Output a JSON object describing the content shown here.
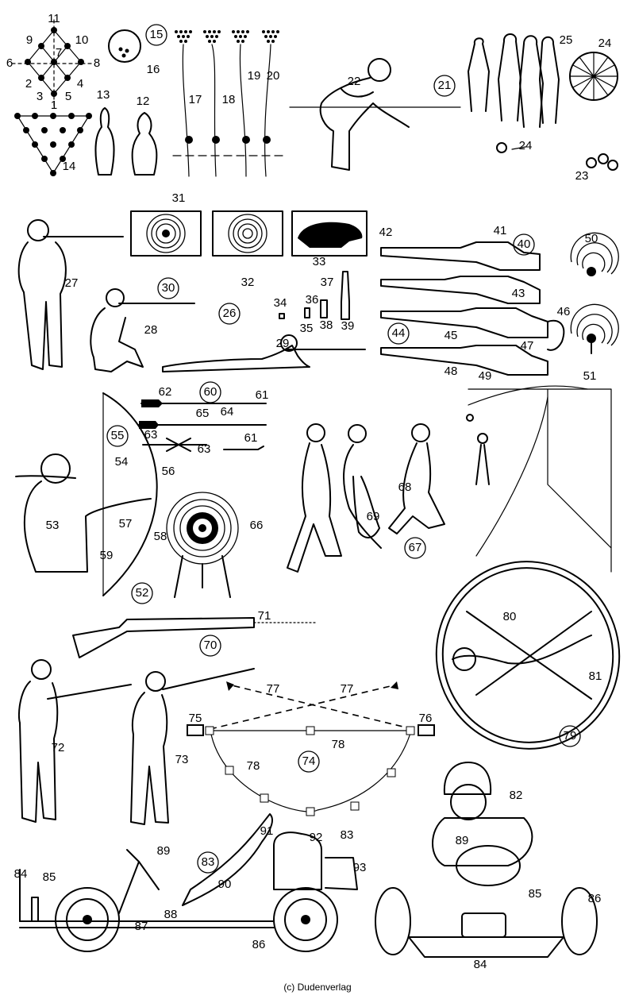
{
  "credit": "(c) Dudenverlag",
  "labels": [
    {
      "t": "11"
    },
    {
      "t": "9"
    },
    {
      "t": "10"
    },
    {
      "t": "6"
    },
    {
      "t": "7"
    },
    {
      "t": "8"
    },
    {
      "t": "2"
    },
    {
      "t": "4"
    },
    {
      "t": "3"
    },
    {
      "t": "5"
    },
    {
      "t": "1"
    },
    {
      "t": "14"
    },
    {
      "t": "15",
      "c": true
    },
    {
      "t": "16"
    },
    {
      "t": "13"
    },
    {
      "t": "12"
    },
    {
      "t": "17"
    },
    {
      "t": "18"
    },
    {
      "t": "19"
    },
    {
      "t": "20"
    },
    {
      "t": "22"
    },
    {
      "t": "21",
      "c": true
    },
    {
      "t": "25"
    },
    {
      "t": "24"
    },
    {
      "t": "24"
    },
    {
      "t": "23"
    },
    {
      "t": "31"
    },
    {
      "t": "30",
      "c": true
    },
    {
      "t": "32"
    },
    {
      "t": "33"
    },
    {
      "t": "27"
    },
    {
      "t": "28"
    },
    {
      "t": "26",
      "c": true
    },
    {
      "t": "34"
    },
    {
      "t": "36"
    },
    {
      "t": "35"
    },
    {
      "t": "37"
    },
    {
      "t": "38"
    },
    {
      "t": "39"
    },
    {
      "t": "29"
    },
    {
      "t": "42"
    },
    {
      "t": "41"
    },
    {
      "t": "40",
      "c": true
    },
    {
      "t": "50"
    },
    {
      "t": "43"
    },
    {
      "t": "46"
    },
    {
      "t": "44",
      "c": true
    },
    {
      "t": "45"
    },
    {
      "t": "47"
    },
    {
      "t": "48"
    },
    {
      "t": "49"
    },
    {
      "t": "51"
    },
    {
      "t": "62"
    },
    {
      "t": "60",
      "c": true
    },
    {
      "t": "61"
    },
    {
      "t": "65"
    },
    {
      "t": "64"
    },
    {
      "t": "55",
      "c": true
    },
    {
      "t": "63"
    },
    {
      "t": "63"
    },
    {
      "t": "61"
    },
    {
      "t": "54"
    },
    {
      "t": "56"
    },
    {
      "t": "53"
    },
    {
      "t": "57"
    },
    {
      "t": "58"
    },
    {
      "t": "66"
    },
    {
      "t": "59"
    },
    {
      "t": "52",
      "c": true
    },
    {
      "t": "69"
    },
    {
      "t": "68"
    },
    {
      "t": "67",
      "c": true
    },
    {
      "t": "71"
    },
    {
      "t": "70",
      "c": true
    },
    {
      "t": "80"
    },
    {
      "t": "81"
    },
    {
      "t": "77"
    },
    {
      "t": "77"
    },
    {
      "t": "75"
    },
    {
      "t": "76"
    },
    {
      "t": "78"
    },
    {
      "t": "78"
    },
    {
      "t": "74",
      "c": true
    },
    {
      "t": "72"
    },
    {
      "t": "73"
    },
    {
      "t": "79",
      "c": true
    },
    {
      "t": "82"
    },
    {
      "t": "89"
    },
    {
      "t": "85"
    },
    {
      "t": "86"
    },
    {
      "t": "84"
    },
    {
      "t": "91"
    },
    {
      "t": "92"
    },
    {
      "t": "83"
    },
    {
      "t": "93"
    },
    {
      "t": "89"
    },
    {
      "t": "83",
      "c": true
    },
    {
      "t": "90"
    },
    {
      "t": "84"
    },
    {
      "t": "85"
    },
    {
      "t": "88"
    },
    {
      "t": "87"
    },
    {
      "t": "86"
    }
  ]
}
